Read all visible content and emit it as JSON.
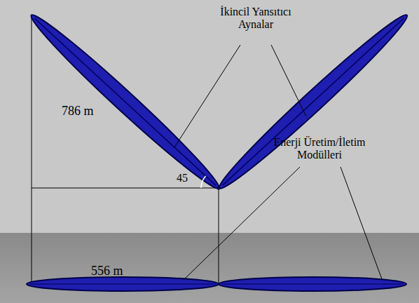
{
  "diagram": {
    "labels": [
      "İkincil Yansıtıcı Aynalar",
      "786 m",
      "45",
      "556 m",
      "Enerji Üretim/İletim Modülleri"
    ]
  }
}
